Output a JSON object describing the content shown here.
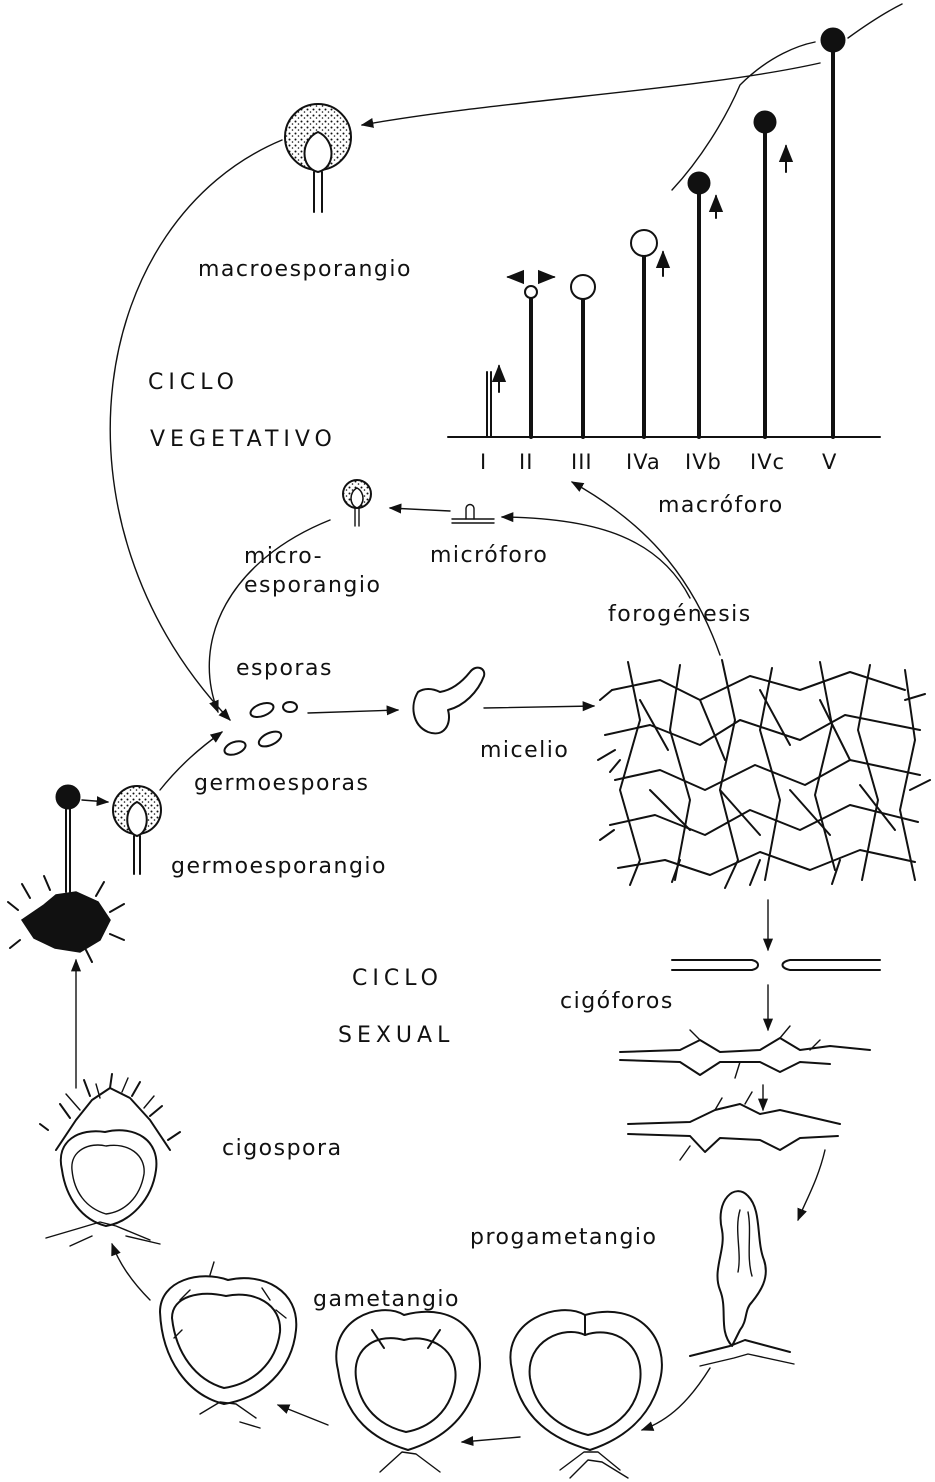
{
  "labels": {
    "macroesporangio": "macroesporangio",
    "ciclo_vegetativo_1": "CICLO",
    "ciclo_vegetativo_2": "VEGETATIVO",
    "macroforo": "macróforo",
    "micro_esporangio_1": "micro-",
    "micro_esporangio_2": "esporangio",
    "microforo": "micróforo",
    "forogenesis": "forogénesis",
    "esporas": "esporas",
    "micelio": "micelio",
    "germoesporas": "germoesporas",
    "germoesporangio": "germoesporangio",
    "ciclo_sexual_1": "CICLO",
    "ciclo_sexual_2": "SEXUAL",
    "cigoforos": "cigóforos",
    "cigospora": "cigospora",
    "progametangio": "progametangio",
    "gametangio": "gametangio"
  },
  "stages": [
    "I",
    "II",
    "III",
    "IVa",
    "IVb",
    "IVc",
    "V"
  ],
  "colors": {
    "ink": "#111111",
    "paper": "#ffffff"
  }
}
